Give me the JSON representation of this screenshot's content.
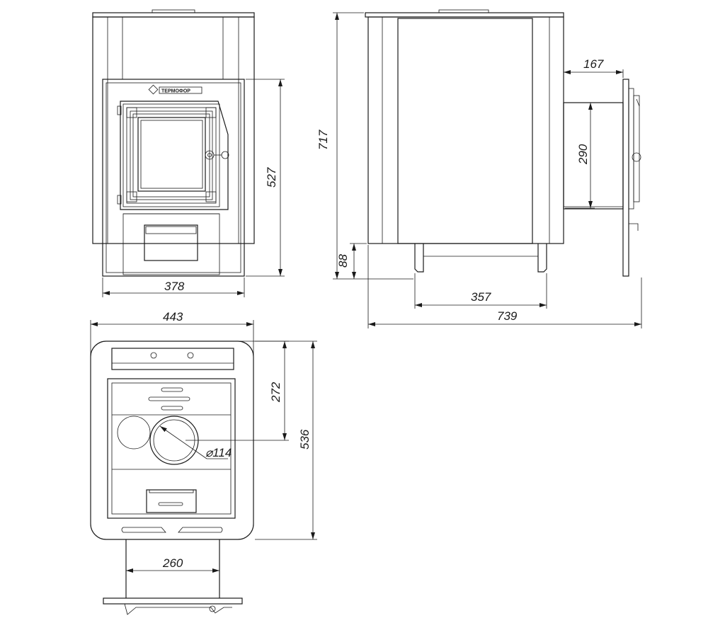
{
  "logo": {
    "text": "TEPMOФOP"
  },
  "dimensions": {
    "front_width": "378",
    "front_height": "527",
    "overall_height": "717",
    "leg_height": "88",
    "tunnel_length": "167",
    "tunnel_height": "290",
    "leg_spacing": "357",
    "overall_depth": "739",
    "overall_width": "443",
    "burner_offset": "272",
    "top_depth": "536",
    "flue_diameter": "⌀114",
    "tunnel_width": "260"
  }
}
